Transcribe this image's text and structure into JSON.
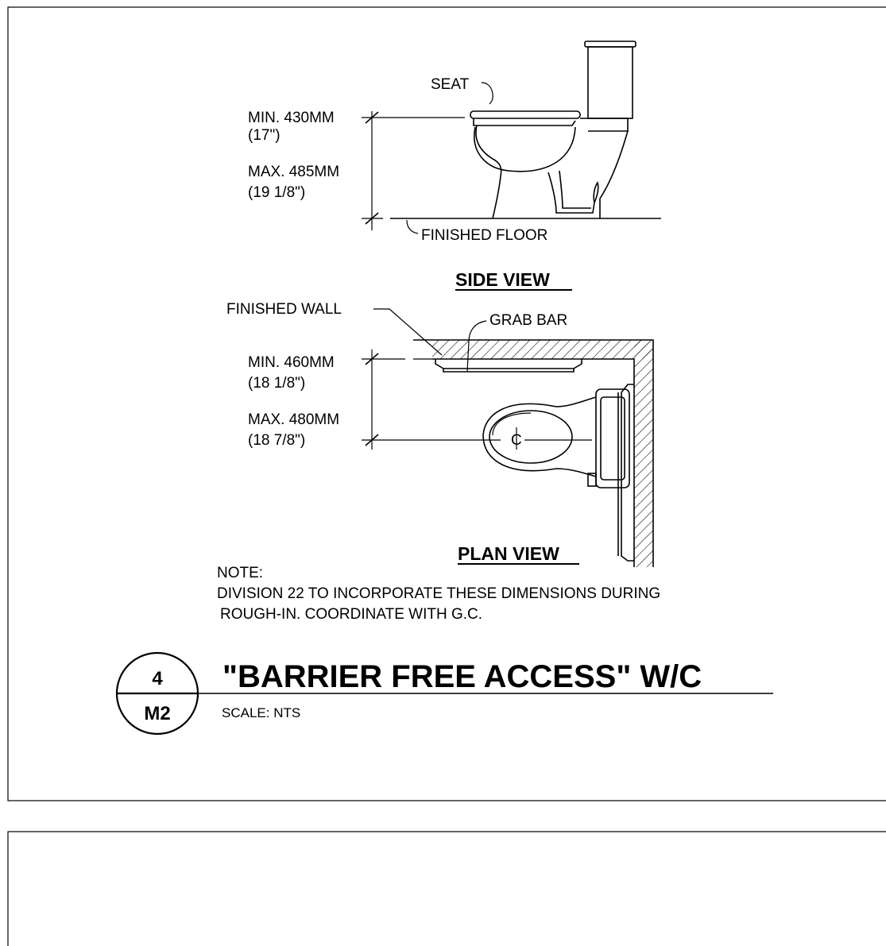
{
  "detail": {
    "labels": {
      "seat": "SEAT",
      "finished_floor": "FINISHED  FLOOR",
      "finished_wall": "FINISHED  WALL",
      "grab_bar": "GRAB BAR",
      "centerline": "C"
    },
    "side_view": {
      "title": "SIDE VIEW",
      "min_height": "MIN. 430MM",
      "min_height_imperial": "(17\")",
      "max_height": "MAX. 485MM",
      "max_height_imperial": "(19 1/8\")"
    },
    "plan_view": {
      "title": "PLAN VIEW",
      "min_offset": "MIN. 460MM",
      "min_offset_imperial": "(18 1/8\")",
      "max_offset": "MAX. 480MM",
      "max_offset_imperial": "(18 7/8\")"
    },
    "note": {
      "heading": "NOTE:",
      "line1": "DIVISION 22 TO INCORPORATE THESE DIMENSIONS DURING",
      "line2": "ROUGH-IN. COORDINATE WITH G.C."
    },
    "title_block": {
      "detail_number": "4",
      "sheet_number": "M2",
      "title": "\"BARRIER FREE ACCESS\" W/C",
      "scale": "SCALE:   NTS"
    }
  }
}
